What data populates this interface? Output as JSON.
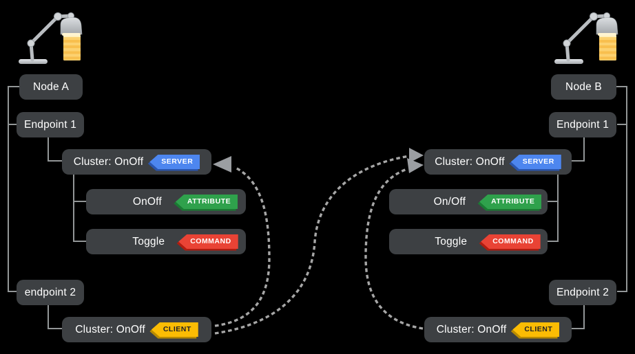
{
  "background": "#000000",
  "palette": {
    "box": "#3d4043",
    "text": "#ffffff",
    "connector_line": "#939798",
    "binding_arrow": "#a6a6a6",
    "server_badge": "#4d86ef",
    "attribute_badge": "#2fa14c",
    "command_badge": "#e94335",
    "client_badge": "#fbbc04",
    "client_badge_text": "#202124",
    "lamp_metal": "#c3c7cb",
    "lamp_light": "#fcd170"
  },
  "left": {
    "icon": "desk-lamp-icon",
    "node": "Node A",
    "endpoint1": "Endpoint 1",
    "cluster_server": {
      "label": "Cluster: OnOff",
      "badge": "SERVER"
    },
    "attribute": {
      "label": "OnOff",
      "badge": "ATTRIBUTE"
    },
    "command": {
      "label": "Toggle",
      "badge": "COMMAND"
    },
    "endpoint2": "endpoint 2",
    "cluster_client": {
      "label": "Cluster: OnOff",
      "badge": "CLIENT"
    }
  },
  "right": {
    "icon": "desk-lamp-icon",
    "node": "Node B",
    "endpoint1": "Endpoint 1",
    "cluster_server": {
      "label": "Cluster: OnOff",
      "badge": "SERVER"
    },
    "attribute": {
      "label": "On/Off",
      "badge": "ATTRIBUTE"
    },
    "command": {
      "label": "Toggle",
      "badge": "COMMAND"
    },
    "endpoint2": "Endpoint 2",
    "cluster_client": {
      "label": "Cluster: OnOff",
      "badge": "CLIENT"
    }
  },
  "bindings": [
    {
      "from": "left-cluster-client",
      "to": "left-cluster-server"
    },
    {
      "from": "left-cluster-client",
      "to": "right-cluster-server"
    },
    {
      "from": "right-cluster-client",
      "to": "right-cluster-server"
    }
  ]
}
